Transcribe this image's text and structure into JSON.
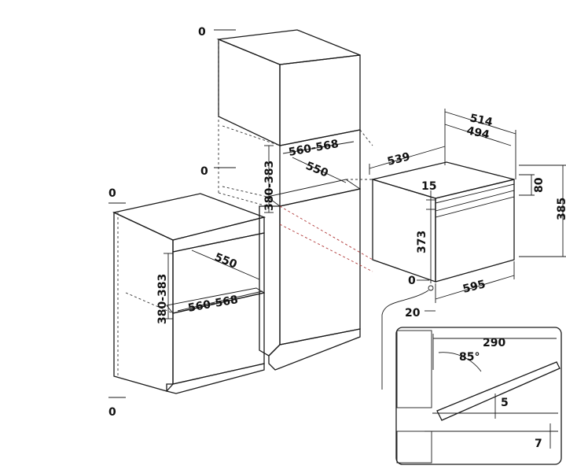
{
  "colors": {
    "line": "#1a1a1a",
    "face_light": "#f7f7f7",
    "face_mid": "#e9e9e9",
    "face_dark": "#cfcfcf",
    "cavity_dark": "#9a9a9a",
    "cavity_floor": "#bdbdbd",
    "alignment": "#b13a3a"
  },
  "dimensions": {
    "tall_top_clearance": "0",
    "tall_mid_clearance": "0",
    "tall_niche_height": "380-383",
    "tall_niche_width": "560-568",
    "tall_niche_depth": "550",
    "base_top_clearance": "0",
    "base_bottom_clearance": "0",
    "base_niche_height": "380-383",
    "base_niche_depth": "550",
    "base_niche_width": "560-568",
    "oven_total_depth": "539",
    "oven_depth_514": "514",
    "oven_depth_494": "494",
    "oven_top_80": "80",
    "oven_height": "385",
    "oven_gap_15": "15",
    "oven_front_height": "373",
    "oven_bottom_clearance": "0",
    "oven_width": "595",
    "oven_side_offset": "20",
    "door_open_depth": "290",
    "door_angle": "85°",
    "door_gap": "5",
    "door_bottom": "7"
  }
}
